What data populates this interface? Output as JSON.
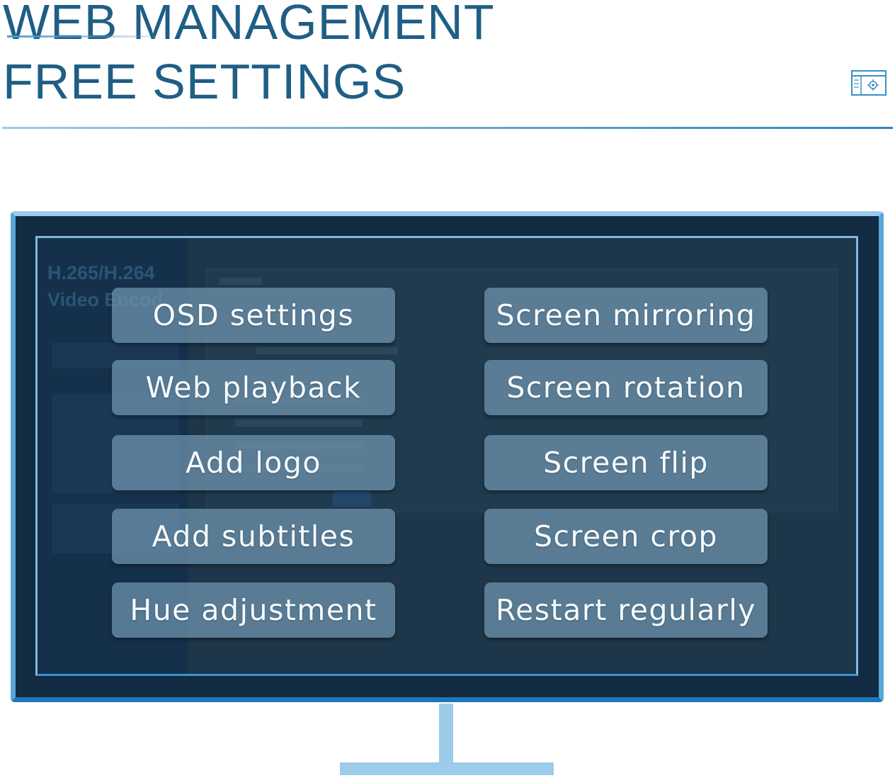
{
  "header": {
    "title_line_1": "WEB MANAGEMENT",
    "title_line_2": "FREE SETTINGS"
  },
  "screen_background": {
    "heading": "H.265/H.264\nVideo Encod"
  },
  "features": {
    "left": [
      "OSD settings",
      "Web playback",
      "Add logo",
      "Add subtitles",
      "Hue adjustment"
    ],
    "right": [
      "Screen mirroring",
      "Screen rotation",
      "Screen flip",
      "Screen crop",
      "Restart regularly"
    ]
  },
  "colors": {
    "title": "#1f5e85",
    "accent": "#2c86c2",
    "pill": "#7096b0",
    "screen": "#1e3649"
  },
  "icons": {
    "header": "settings-window-icon"
  }
}
